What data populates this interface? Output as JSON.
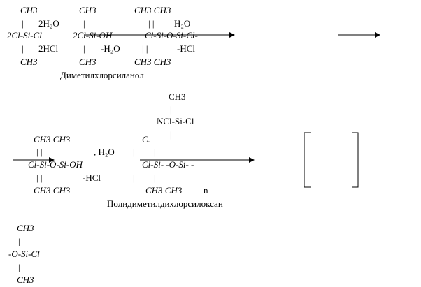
{
  "scheme": {
    "step1": {
      "lead_ch3_top": "CH3",
      "lead_ch3_bottom": "CH3",
      "lead_bond_top": "|",
      "lead_bond_bottom": "|",
      "reactant": "2Cl-Si-Cl",
      "water": "2H₂O",
      "hcl": "2HCl",
      "mid_ch3_top": "CH3",
      "mid_ch3_bottom": "CH3",
      "mid_bond_top": "|",
      "mid_bond_bottom": "|",
      "silanol": "2Cl-Si-OH",
      "minus_water": "-H₂O",
      "dimer_ch3_top": "CH3   CH3",
      "dimer_ch3_bottom": "CH3   CH3",
      "dimer_bonds_top": "|       |",
      "dimer_bonds_bottom": "|    |",
      "dimer": "Cl-Si-O-Si-Cl-",
      "water_2": "H₂O",
      "minus_hcl": "-HCl",
      "name": "Диметилхлорсиланол"
    },
    "step2": {
      "branch_ch3": "CH3",
      "branch_bond_top": "|",
      "branch_center": "NCl-Si-Cl",
      "branch_bond_bottom": "|",
      "left_ch3_top": "CH3   CH3",
      "left_ch3_bottom": "CH3   CH3",
      "left_bonds_top": "|    |",
      "left_bonds_bottom": "|    |",
      "left_formula": "Cl-Si-O-Si-OH",
      "water": ", H₂O",
      "minus_hcl": "-HCl",
      "bar_top_1": "|",
      "bar_top_2": "|",
      "bar_bottom_1": "|",
      "bar_bottom_2": "|",
      "c_label": "C.",
      "chain": "Cl-Si-   -O-Si-  -",
      "chain_ch3_bottom": "CH3     CH3",
      "n": "n",
      "name": "Полидиметилдихлорсилоксан"
    },
    "step3": {
      "ch3_top": "CH3",
      "bond_top": "|",
      "formula": "-O-Si-Cl",
      "bond_bottom": "|",
      "ch3_bottom": "CH3"
    }
  }
}
